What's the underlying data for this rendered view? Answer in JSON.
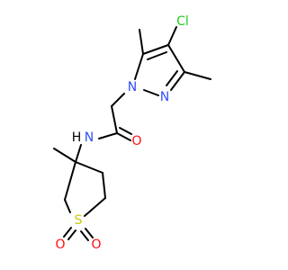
{
  "structure": {
    "atoms": [
      {
        "key": "cl",
        "symbol": "Cl",
        "name": "chlorine-atom-label"
      },
      {
        "key": "n1",
        "symbol": "N",
        "name": "pyrazole-n1-label"
      },
      {
        "key": "n2",
        "symbol": "N",
        "name": "pyrazole-n2-label"
      },
      {
        "key": "o_amide",
        "symbol": "O",
        "name": "amide-oxygen-label"
      },
      {
        "key": "nh",
        "symbol": "N",
        "name": "amide-nitrogen-label"
      },
      {
        "key": "h",
        "symbol": "H",
        "name": "amide-hydrogen-label"
      },
      {
        "key": "s",
        "symbol": "S",
        "name": "sulfur-atom-label"
      },
      {
        "key": "o_s1",
        "symbol": "O",
        "name": "sulfonyl-oxygen-left-label"
      },
      {
        "key": "o_s2",
        "symbol": "O",
        "name": "sulfonyl-oxygen-right-label"
      }
    ],
    "colors": {
      "carbon_bond": "#000000",
      "nitrogen": "#3050f8",
      "oxygen": "#ff0d0d",
      "chlorine": "#1fd01f",
      "sulfur": "#c8c800",
      "hydrogen": "#000000"
    }
  }
}
